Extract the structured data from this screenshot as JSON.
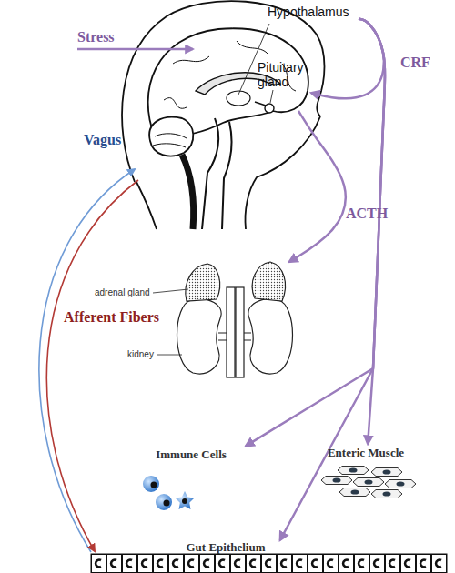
{
  "diagram": {
    "nodes": [
      {
        "text": [
          "Hypothalamus"
        ]
      },
      {
        "text": [
          "Pituitary gland"
        ]
      },
      {
        "text": [
          "adrenal gland",
          "kidney"
        ]
      },
      {
        "text": [
          "Immune Cells"
        ]
      },
      {
        "text": [
          "Enteric Muscle"
        ]
      },
      {
        "text": [
          "Gut Epithelium"
        ]
      }
    ],
    "edges": [
      {
        "from": 0,
        "to": 1,
        "label": "CRF",
        "arrow": "to"
      },
      {
        "from": 1,
        "to": 2,
        "label": "ACTH",
        "arrow": "to"
      },
      {
        "from": 0,
        "to": 3,
        "arrow": "to"
      },
      {
        "from": 0,
        "to": 4,
        "arrow": "to"
      },
      {
        "from": 0,
        "to": 5,
        "arrow": "to"
      }
    ],
    "labels": [
      "Stress",
      "Vagus",
      "Afferent Fibers"
    ]
  }
}
